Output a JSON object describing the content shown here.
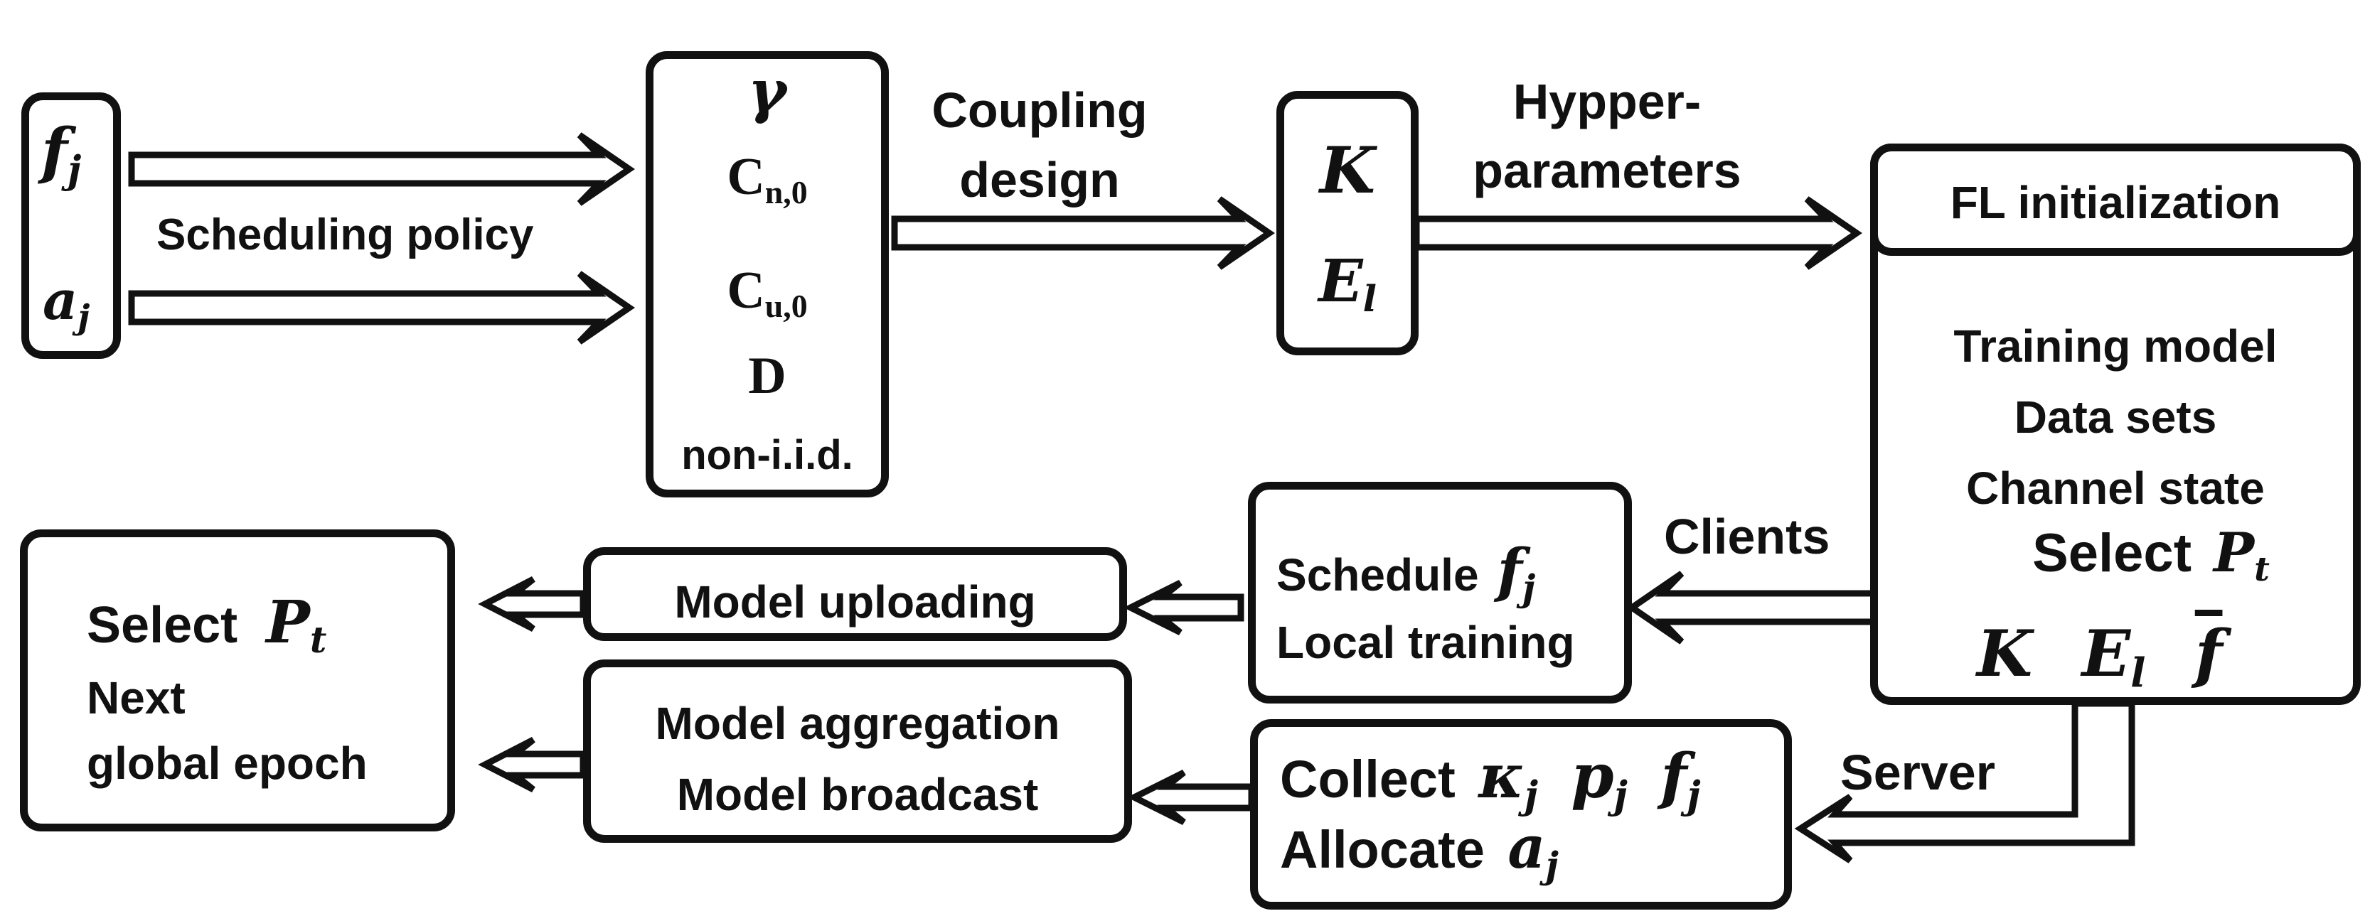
{
  "input_box": {
    "f": "f",
    "f_sub": "j",
    "a": "a",
    "a_sub": "j"
  },
  "scheduling_policy_label": "Scheduling policy",
  "params_box": {
    "gamma": "γ",
    "cn0": "C",
    "cn0_sub": "n,0",
    "cu0": "C",
    "cu0_sub": "u,0",
    "d": "D",
    "noniid": "non-i.i.d."
  },
  "coupling_label": {
    "line1": "Coupling",
    "line2": "design"
  },
  "k_box": {
    "k": "K",
    "e": "E",
    "e_sub": "l"
  },
  "hyper_label": {
    "line1": "Hypper-",
    "line2": "parameters"
  },
  "fl_box": {
    "title": "FL initialization",
    "items": [
      "Training model",
      "Data sets",
      "Channel state"
    ],
    "select": "Select",
    "p": "P",
    "p_sub": "t",
    "k": "K",
    "e": "E",
    "e_sub": "l",
    "fbar": "f"
  },
  "clients_label": "Clients",
  "server_label": "Server",
  "schedule_box": {
    "schedule": "Schedule",
    "f": "f",
    "f_sub": "j",
    "local": "Local training"
  },
  "collect_box": {
    "collect": "Collect",
    "kappa": "κ",
    "kappa_sub": "j",
    "p": "p",
    "p_sub": "j",
    "f": "f",
    "f_sub": "j",
    "allocate": "Allocate",
    "a": "a",
    "a_sub": "j"
  },
  "upload_box": {
    "label": "Model uploading"
  },
  "agg_box": {
    "line1": "Model aggregation",
    "line2": "Model broadcast"
  },
  "next_box": {
    "select": "Select",
    "p": "P",
    "p_sub": "t",
    "line2": "Next",
    "line3": "global epoch"
  }
}
